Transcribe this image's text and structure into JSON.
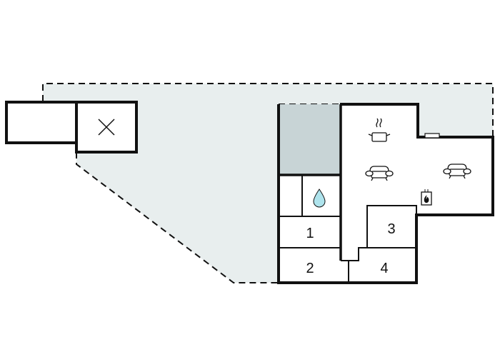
{
  "floorplan": {
    "colors": {
      "background": "#ffffff",
      "terrace": "#e8eeee",
      "grey_room": "#c8d4d6",
      "wall": "#111111",
      "water": "#aee3ec"
    },
    "rooms": [
      {
        "label": "1"
      },
      {
        "label": "2"
      },
      {
        "label": "3"
      },
      {
        "label": "4"
      }
    ],
    "icons": [
      "x-mark-icon",
      "water-drop-icon",
      "cooking-pot-icon",
      "armchair-icon",
      "armchair-icon",
      "fireplace-icon",
      "window-icon"
    ]
  }
}
